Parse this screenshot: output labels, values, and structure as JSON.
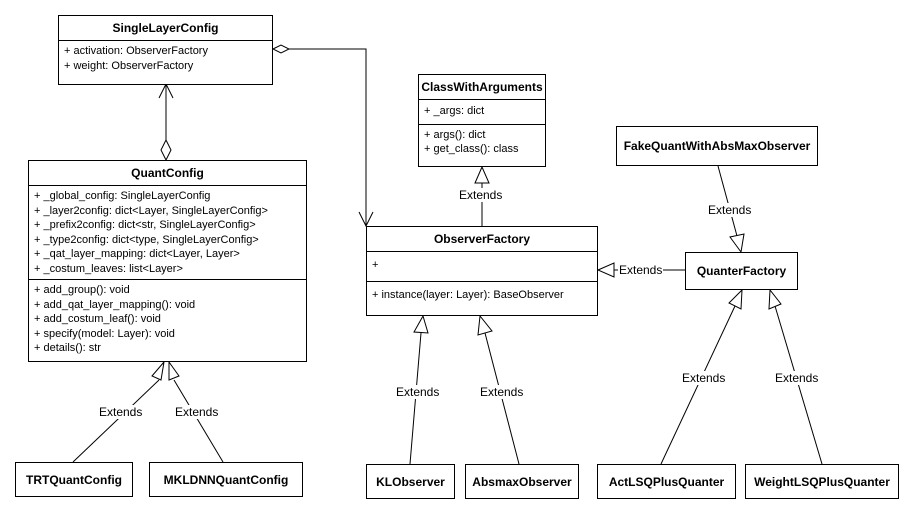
{
  "classes": {
    "single_layer_config": {
      "name": "SingleLayerConfig",
      "attributes": [
        "+ activation: ObserverFactory",
        "+ weight: ObserverFactory"
      ]
    },
    "quant_config": {
      "name": "QuantConfig",
      "attributes": [
        "+ _global_config: SingleLayerConfig",
        "+ _layer2config: dict<Layer, SingleLayerConfig>",
        "+ _prefix2config: dict<str, SingleLayerConfig>",
        "+ _type2config: dict<type, SingleLayerConfig>",
        "+ _qat_layer_mapping: dict<Layer, Layer>",
        "+ _costum_leaves: list<Layer>"
      ],
      "methods": [
        "+ add_group(): void",
        "+ add_qat_layer_mapping(): void",
        "+ add_costum_leaf(): void",
        "+ specify(model: Layer): void",
        "+ details(): str"
      ]
    },
    "class_with_arguments": {
      "name": "ClassWithArguments",
      "attributes": [
        "+ _args: dict"
      ],
      "methods": [
        "+ args(): dict",
        "+ get_class(): class"
      ]
    },
    "observer_factory": {
      "name": "ObserverFactory",
      "attributes": [
        "+"
      ],
      "methods": [
        "+ instance(layer: Layer): BaseObserver"
      ]
    },
    "fake_quant": {
      "name": "FakeQuantWithAbsMaxObserver"
    },
    "quanter_factory": {
      "name": "QuanterFactory"
    },
    "trt_quant_config": {
      "name": "TRTQuantConfig"
    },
    "mkldnn_quant_config": {
      "name": "MKLDNNQuantConfig"
    },
    "kl_observer": {
      "name": "KLObserver"
    },
    "absmax_observer": {
      "name": "AbsmaxObserver"
    },
    "act_lsq": {
      "name": "ActLSQPlusQuanter"
    },
    "weight_lsq": {
      "name": "WeightLSQPlusQuanter"
    }
  },
  "edge_labels": {
    "trt_extends": "Extends",
    "mkldnn_extends": "Extends",
    "observer_extends_cwa": "Extends",
    "quanter_extends_observer": "Extends",
    "fakequant_extends": "Extends",
    "kl_extends": "Extends",
    "absmax_extends": "Extends",
    "act_extends": "Extends",
    "weight_extends": "Extends"
  }
}
